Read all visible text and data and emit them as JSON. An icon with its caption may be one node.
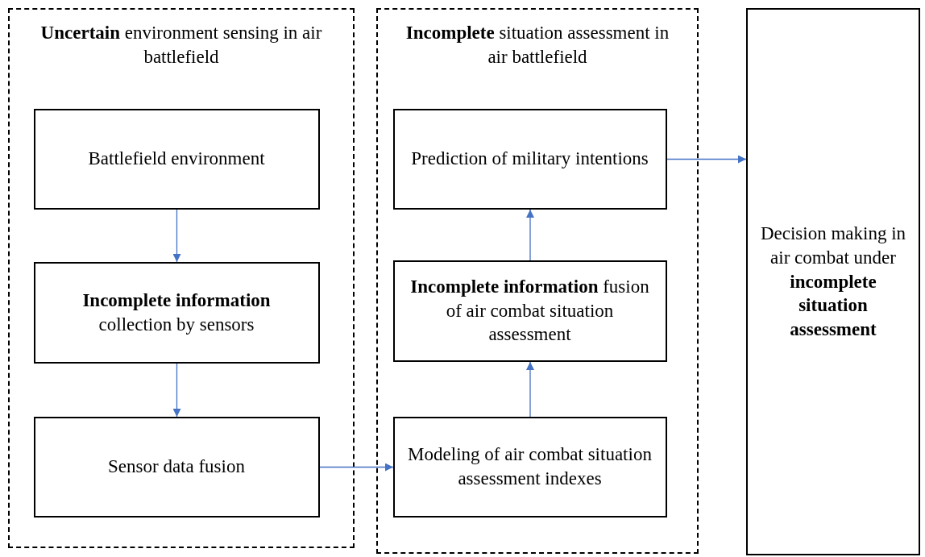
{
  "diagram": {
    "nodes": [
      {
        "text": [
          "**Uncertain** environment sensing in air battlefield"
        ]
      },
      {
        "text": [
          "Battlefield environment"
        ],
        "in": 0
      },
      {
        "text": [
          "**Incomplete information** collection by sensors"
        ],
        "in": 0
      },
      {
        "text": [
          "Sensor data fusion"
        ],
        "in": 0
      },
      {
        "text": [
          "**Incomplete** situation assessment in air battlefield"
        ]
      },
      {
        "text": [
          "Prediction of military intentions"
        ],
        "in": 4
      },
      {
        "text": [
          "**Incomplete information** fusion of air combat situation assessment"
        ],
        "in": 4
      },
      {
        "text": [
          "Modeling of air combat situation assessment indexes"
        ],
        "in": 4
      },
      {
        "text": [
          "Decision making in air combat under **incomplete situation assessment**"
        ]
      }
    ],
    "edges": [
      {
        "from": 1,
        "to": 2,
        "arrow": "to"
      },
      {
        "from": 2,
        "to": 3,
        "arrow": "to"
      },
      {
        "from": 3,
        "to": 7,
        "arrow": "to"
      },
      {
        "from": 7,
        "to": 6,
        "arrow": "to"
      },
      {
        "from": 6,
        "to": 5,
        "arrow": "to"
      },
      {
        "from": 5,
        "to": 8,
        "arrow": "to"
      }
    ]
  }
}
